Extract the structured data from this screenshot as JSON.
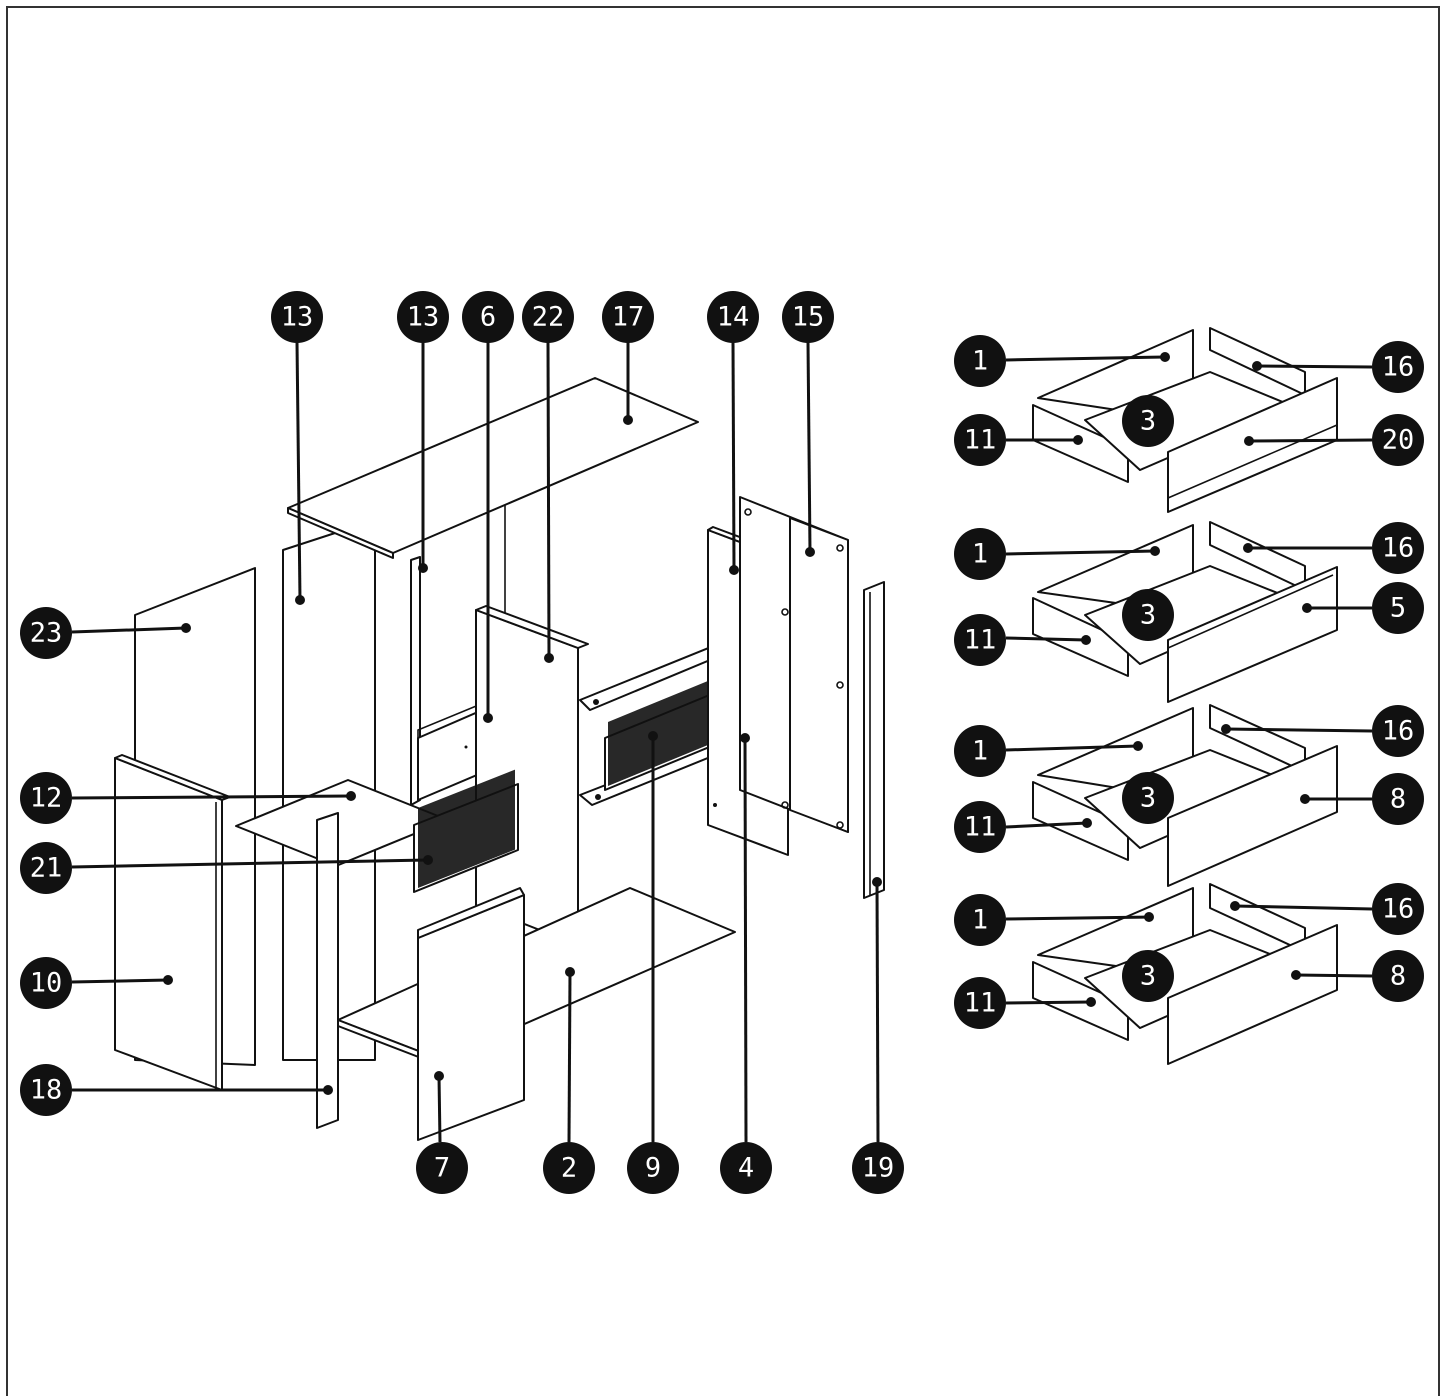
{
  "parts": {
    "p13a": {
      "label": "13"
    },
    "p13b": {
      "label": "13"
    },
    "p6": {
      "label": "6"
    },
    "p22": {
      "label": "22"
    },
    "p17": {
      "label": "17"
    },
    "p14": {
      "label": "14"
    },
    "p15": {
      "label": "15"
    },
    "p23": {
      "label": "23"
    },
    "p12": {
      "label": "12"
    },
    "p21": {
      "label": "21"
    },
    "p10": {
      "label": "10"
    },
    "p18": {
      "label": "18"
    },
    "p7": {
      "label": "7"
    },
    "p2": {
      "label": "2"
    },
    "p9": {
      "label": "9"
    },
    "p4": {
      "label": "4"
    },
    "p19": {
      "label": "19"
    }
  },
  "drawers": [
    {
      "back": "1",
      "side_left": "11",
      "bottom": "3",
      "side_right": "16",
      "front": "20"
    },
    {
      "back": "1",
      "side_left": "11",
      "bottom": "3",
      "side_right": "16",
      "front": "5"
    },
    {
      "back": "1",
      "side_left": "11",
      "bottom": "3",
      "side_right": "16",
      "front": "8"
    },
    {
      "back": "1",
      "side_left": "11",
      "bottom": "3",
      "side_right": "16",
      "front": "8"
    }
  ]
}
